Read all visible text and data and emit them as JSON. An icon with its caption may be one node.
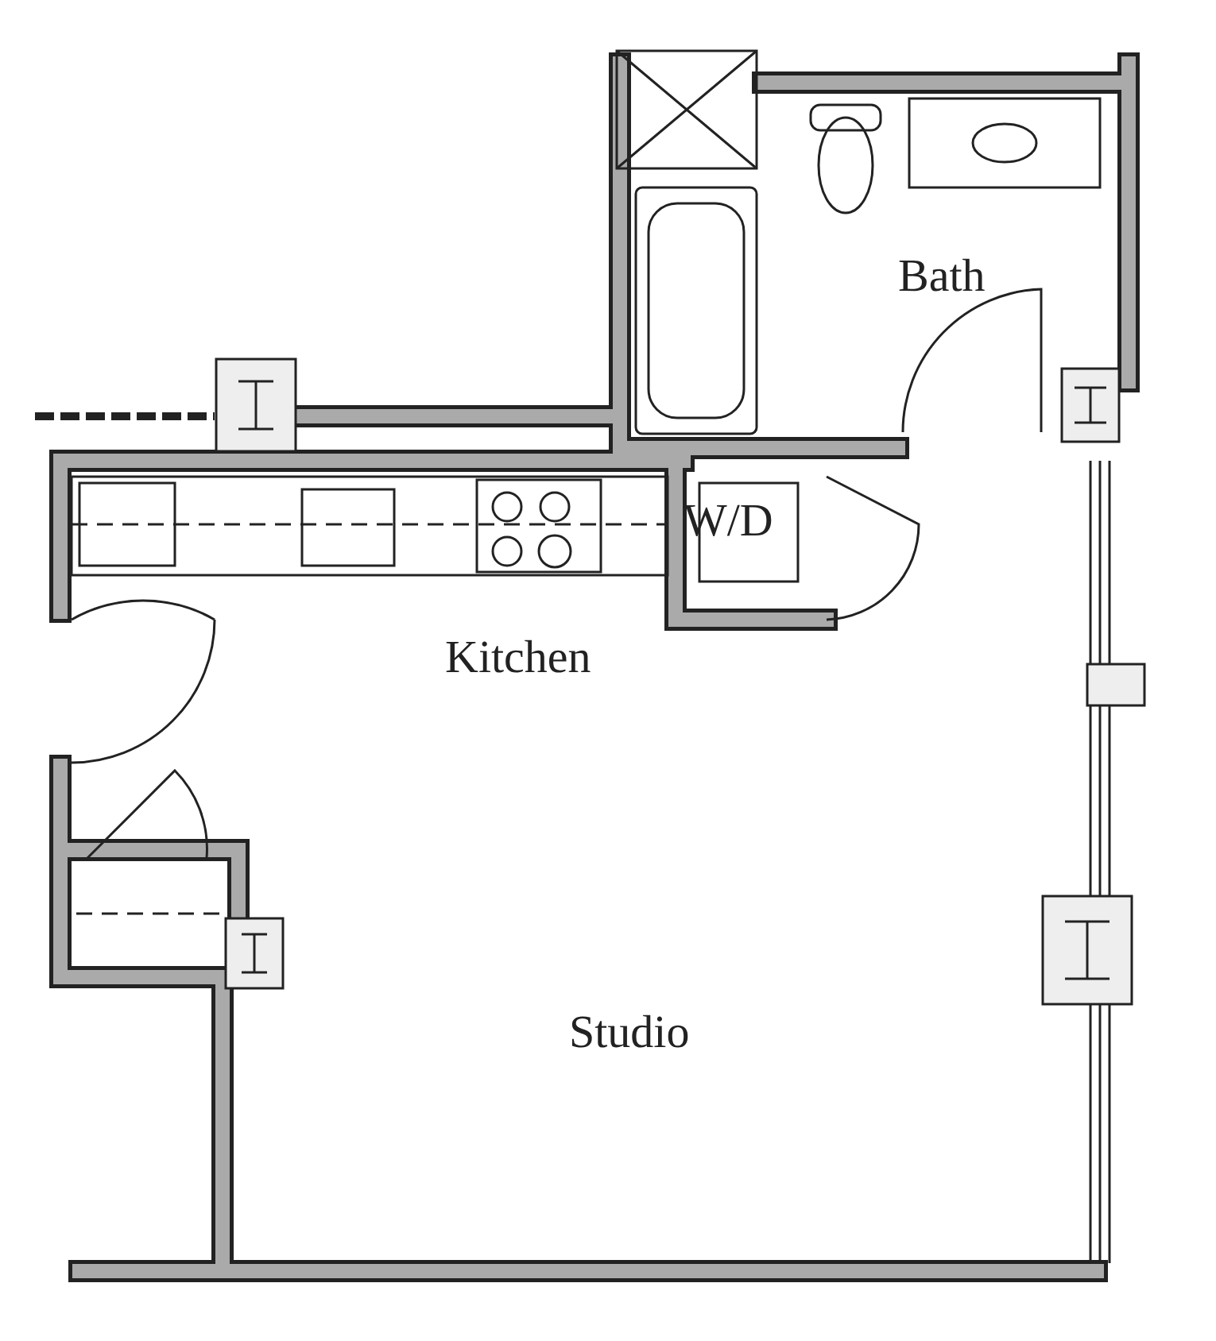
{
  "diagram": {
    "labels": [
      "Bath",
      "W/D",
      "Kitchen",
      "Studio"
    ]
  }
}
